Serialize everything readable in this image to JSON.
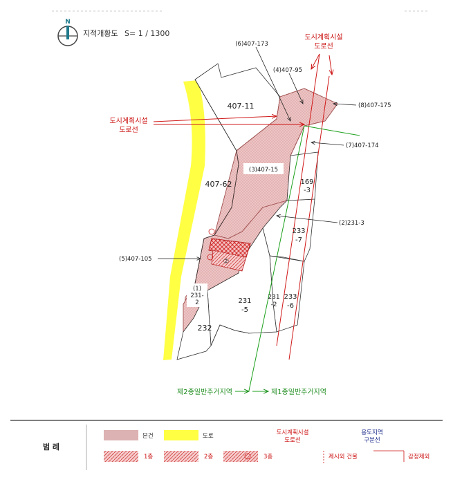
{
  "header": {
    "compass_letter": "N",
    "title": "지적개황도",
    "scale": "S= 1 / 1300"
  },
  "colors": {
    "parcel_fill": "#eec4c4",
    "parcel_stroke": "#a05050",
    "road": "#ffff44",
    "plan_line": "#d01818",
    "zone_line": "#1aa01a",
    "building_hatch": "#d22a2a",
    "label_red": "#cc1111",
    "label_green": "#1a8a1a"
  },
  "map": {
    "plan_road_label_top": [
      "도시계획시설",
      "도로선"
    ],
    "plan_road_label_left": [
      "도시계획시설",
      "도로선"
    ],
    "zone2_label": "제2종일반주거지역",
    "zone1_label": "제1종일반주거지역",
    "callouts": {
      "c6": "(6)407-173",
      "c4": "(4)407-95",
      "c8": "(8)407-175",
      "c7": "(7)407-174",
      "c3": "(3)407-15",
      "c2": "(2)231-3",
      "c5": "(5)407-105"
    },
    "lots": {
      "l407_11": "407-11",
      "l407_62": "407-62",
      "l169": [
        "169",
        "-3"
      ],
      "l233_7": [
        "233",
        "-7"
      ],
      "l231_2": [
        "231",
        "-2"
      ],
      "l233_6": [
        "233",
        "-6"
      ],
      "l231_5": [
        "231",
        "-5"
      ],
      "l231_2b": [
        "(1)",
        "231-",
        "2"
      ],
      "l232": "232"
    },
    "building_marks": {
      "b1": "①",
      "b2": "②",
      "b3": "③"
    }
  },
  "legend": {
    "title": "범 례",
    "items": {
      "bongeon": "본건",
      "road": "도로",
      "plan_line": [
        "도시계획시설",
        "도로선"
      ],
      "zone_line": [
        "용도지역",
        "구분선"
      ],
      "floor1": "1층",
      "floor2": "2층",
      "floor3": "3층",
      "base_building": "제시외 건물",
      "exclude": "감정제외"
    }
  }
}
